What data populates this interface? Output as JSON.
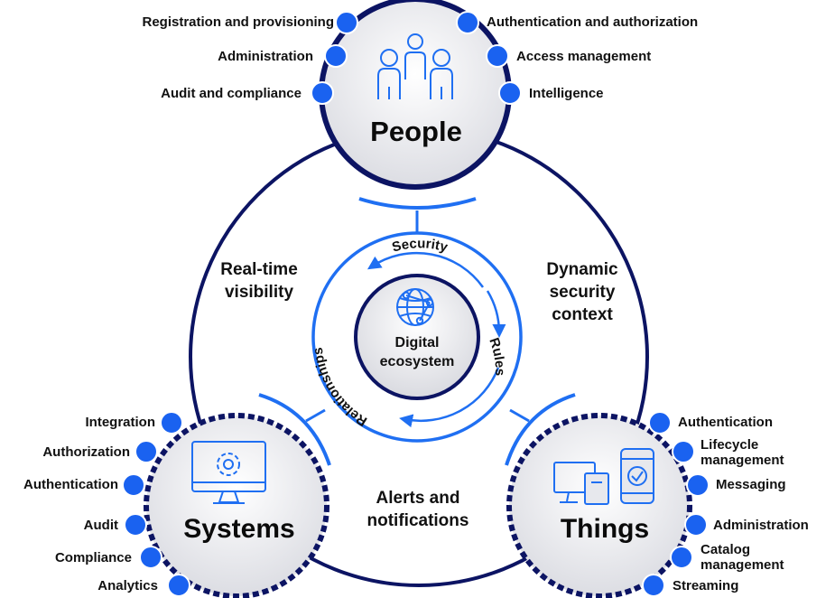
{
  "hubs": {
    "people": {
      "title": "People",
      "left_items": [
        "Registration and provisioning",
        "Administration",
        "Audit and compliance"
      ],
      "right_items": [
        "Authentication and authorization",
        "Access management",
        "Intelligence"
      ]
    },
    "systems": {
      "title": "Systems",
      "items": [
        "Integration",
        "Authorization",
        "Authentication",
        "Audit",
        "Compliance",
        "Analytics"
      ]
    },
    "things": {
      "title": "Things",
      "items": [
        "Authentication",
        "Lifecycle management",
        "Messaging",
        "Administration",
        "Catalog management",
        "Streaming"
      ]
    }
  },
  "between": {
    "left": [
      "Real-time",
      "visibility"
    ],
    "right": [
      "Dynamic",
      "security",
      "context"
    ],
    "bottom": [
      "Alerts and",
      "notifications"
    ]
  },
  "center": {
    "title": [
      "Digital",
      "ecosystem"
    ],
    "cycle": [
      "Security",
      "Rules",
      "Relationships"
    ]
  },
  "colors": {
    "navy": "#0c1463",
    "blue": "#1f6ff2",
    "dot": "#1a62f0",
    "text": "#111111"
  },
  "icons": {
    "people": "people-group-icon",
    "center": "globe-network-icon",
    "systems": "monitor-gear-icon",
    "things": "devices-icon"
  }
}
